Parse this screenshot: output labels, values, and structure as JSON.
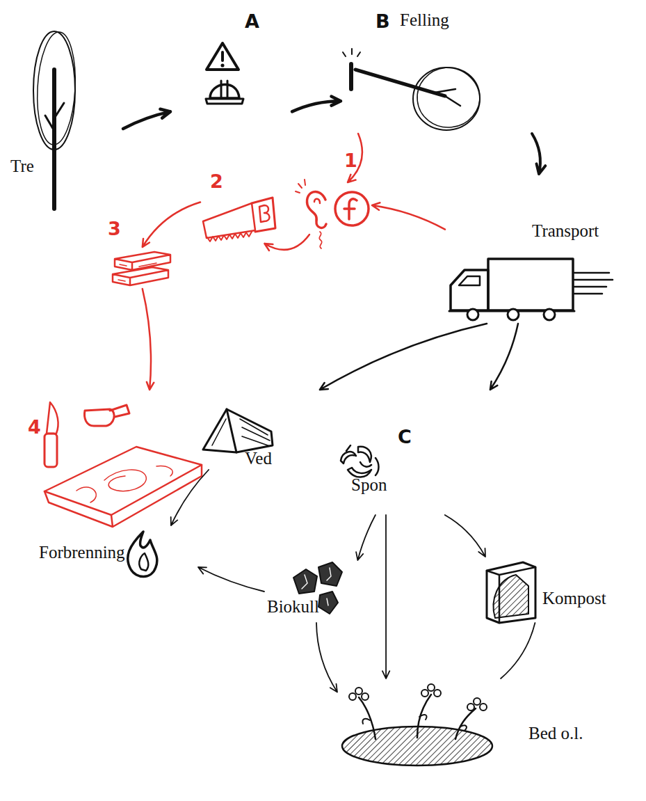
{
  "diagram": {
    "nodes": [
      {
        "text": [
          "Tre"
        ]
      },
      {
        "text": [
          "A"
        ]
      },
      {
        "text": [
          "B",
          "Felling"
        ]
      },
      {
        "text": [
          "Transport"
        ]
      },
      {
        "text": [
          "1"
        ]
      },
      {
        "text": [
          "2"
        ]
      },
      {
        "text": [
          "3"
        ]
      },
      {
        "text": [
          "4"
        ]
      },
      {
        "text": [
          "Ved"
        ]
      },
      {
        "text": [
          "Spon"
        ]
      },
      {
        "text": [
          "Forbrenning"
        ]
      },
      {
        "text": [
          "Biokull"
        ]
      },
      {
        "text": [
          "Kompost"
        ]
      },
      {
        "text": [
          "Bed o.l."
        ]
      }
    ],
    "edges": [
      {
        "from": 0,
        "to": 1,
        "arrow": "to"
      },
      {
        "from": 1,
        "to": 2,
        "arrow": "to"
      },
      {
        "from": 2,
        "to": 3,
        "arrow": "to"
      },
      {
        "from": 2,
        "to": 4,
        "arrow": "to"
      },
      {
        "from": 3,
        "to": 4,
        "arrow": "to"
      },
      {
        "from": 4,
        "to": 5,
        "arrow": "to"
      },
      {
        "from": 5,
        "to": 6,
        "arrow": "to"
      },
      {
        "from": 6,
        "to": 7,
        "arrow": "to"
      },
      {
        "from": 3,
        "to": 8,
        "arrow": "to"
      },
      {
        "from": 3,
        "to": 9,
        "arrow": "to"
      },
      {
        "from": 8,
        "to": 10,
        "arrow": "to"
      },
      {
        "from": 9,
        "to": 11,
        "arrow": "to"
      },
      {
        "from": 9,
        "to": 13,
        "arrow": "to"
      },
      {
        "from": 9,
        "to": 12,
        "arrow": "to"
      },
      {
        "from": 11,
        "to": 10,
        "arrow": "to"
      },
      {
        "from": 11,
        "to": 13,
        "arrow": "to"
      },
      {
        "from": 12,
        "to": 13,
        "arrow": "none"
      }
    ],
    "labels": [
      "C"
    ]
  }
}
